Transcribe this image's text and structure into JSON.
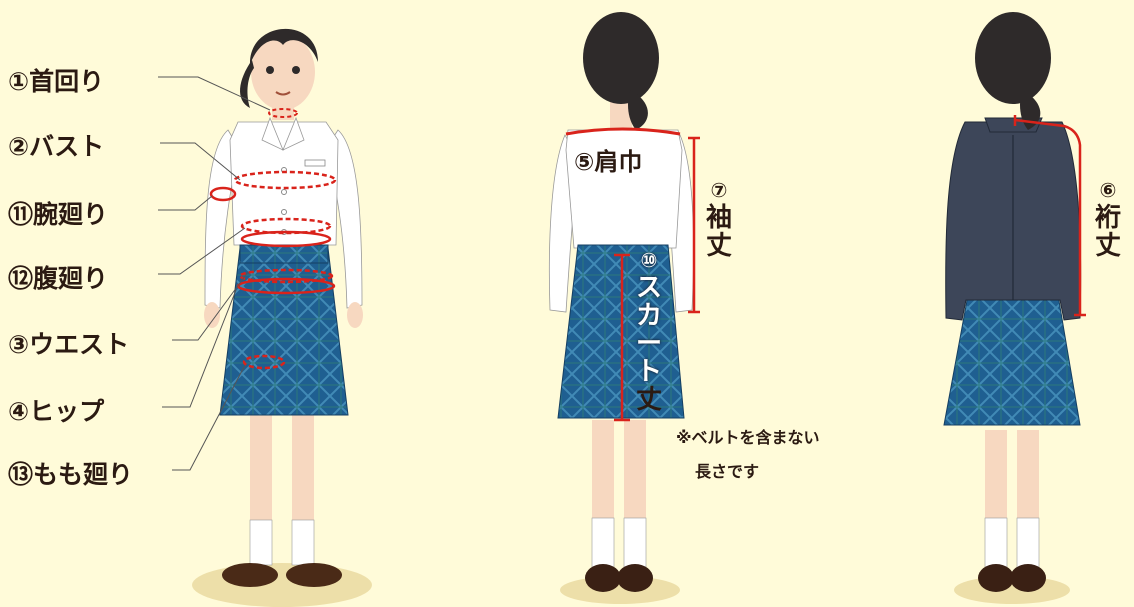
{
  "labels": {
    "neck": "①首回り",
    "bust": "②バスト",
    "arm": "⑪腕廻り",
    "belly": "⑫腹廻り",
    "waist": "③ウエスト",
    "hip": "④ヒップ",
    "thigh": "⑬もも廻り",
    "shoulder": "⑤肩巾"
  },
  "vertical_labels": {
    "sleeve": {
      "num": "⑦",
      "chars": [
        "袖",
        "丈"
      ]
    },
    "yuki": {
      "num": "⑥",
      "chars": [
        "裄",
        "丈"
      ]
    },
    "skirt": {
      "num": "⑩",
      "chars": [
        "ス",
        "カ",
        "ー",
        "ト",
        "丈"
      ]
    }
  },
  "note": {
    "line1": "※ベルトを含まない",
    "line2": "長さです"
  },
  "colors": {
    "background": "#fffbd9",
    "measure": "#d9231b",
    "skirt": "#1f5f91",
    "jacket": "#3d4659",
    "hair": "#2e2a2a"
  }
}
